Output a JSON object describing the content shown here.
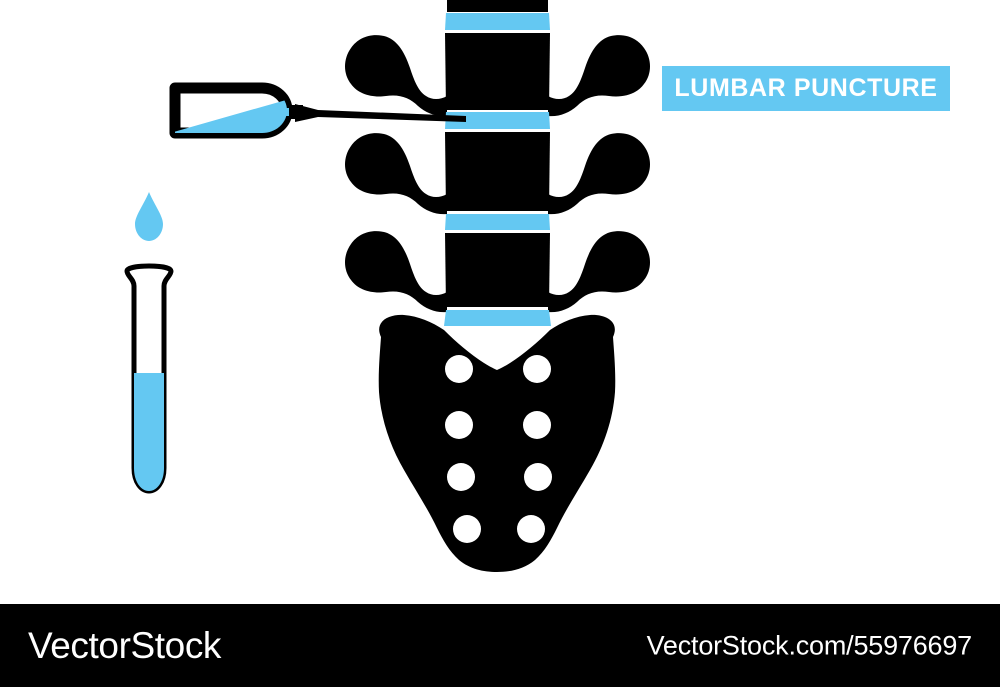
{
  "banner": {
    "label": "LUMBAR PUNCTURE",
    "background_color": "#64c8f2",
    "text_color": "#ffffff"
  },
  "footer": {
    "brand": "VectorStock",
    "url": "VectorStock.com/55976697",
    "background_color": "#000000",
    "text_color": "#ffffff"
  },
  "illustration": {
    "title": "Lumbar puncture procedure diagram",
    "palette": {
      "bone": "#000000",
      "fluid": "#64c8f2",
      "background": "#ffffff",
      "outline": "#000000"
    },
    "parts": {
      "syringe": {
        "name": "syringe",
        "body_fill": "#ffffff",
        "fluid_fill": "#64c8f2",
        "outline": "#000000"
      },
      "needle": {
        "name": "needle",
        "color": "#000000"
      },
      "droplet": {
        "name": "fluid-droplet",
        "color": "#64c8f2"
      },
      "test_tube": {
        "name": "test-tube",
        "outline": "#000000",
        "fluid_fill": "#64c8f2",
        "fill_level_percent": 55
      },
      "spine": {
        "name": "lumbar-spine",
        "vertebrae_count": 4,
        "disc_count": 4,
        "vertebra_color": "#000000",
        "disc_color": "#64c8f2"
      },
      "sacrum": {
        "name": "sacrum",
        "color": "#000000",
        "foramina_count": 8,
        "foramina_color": "#ffffff"
      }
    }
  }
}
